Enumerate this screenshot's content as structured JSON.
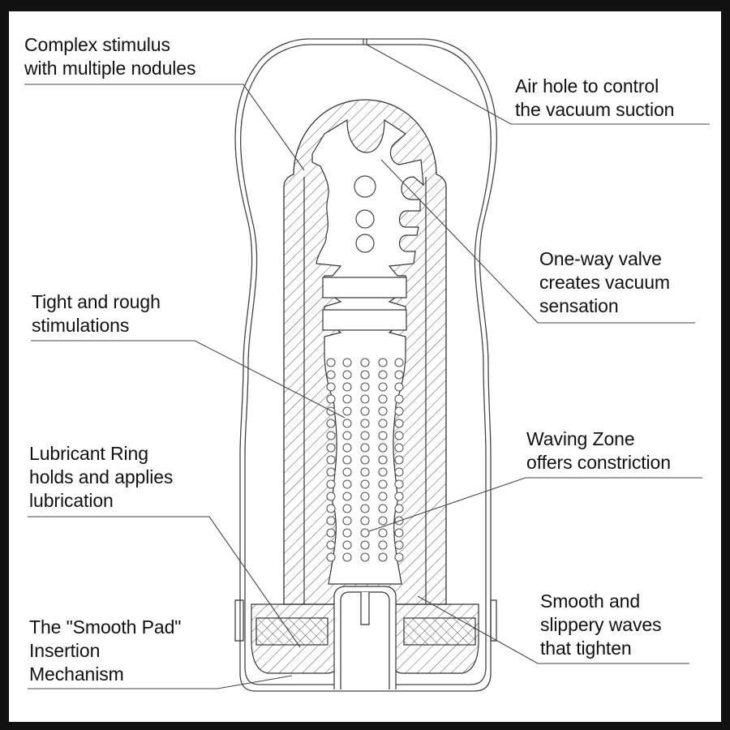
{
  "title": "Cross-section diagram",
  "colors": {
    "background": "#111111",
    "panel": "#ffffff",
    "line": "#333333",
    "text": "#111111"
  },
  "callouts": [
    {
      "id": "complex-stimulus",
      "lines": [
        "Complex stimulus",
        "with multiple nodules"
      ],
      "side": "left"
    },
    {
      "id": "air-hole",
      "lines": [
        "Air hole to control",
        "the vacuum suction"
      ],
      "side": "right"
    },
    {
      "id": "one-way-valve",
      "lines": [
        "One-way valve",
        "creates vacuum",
        "sensation"
      ],
      "side": "right"
    },
    {
      "id": "tight-rough",
      "lines": [
        "Tight and rough",
        "stimulations"
      ],
      "side": "left"
    },
    {
      "id": "waving-zone",
      "lines": [
        "Waving Zone",
        "offers constriction"
      ],
      "side": "right"
    },
    {
      "id": "lubricant-ring",
      "lines": [
        "Lubricant Ring",
        "holds and applies",
        "lubrication"
      ],
      "side": "left"
    },
    {
      "id": "smooth-waves",
      "lines": [
        "Smooth and",
        "slippery waves",
        "that tighten"
      ],
      "side": "right"
    },
    {
      "id": "smooth-pad",
      "lines": [
        "The \"Smooth Pad\"",
        "Insertion",
        "Mechanism"
      ],
      "side": "left"
    }
  ]
}
